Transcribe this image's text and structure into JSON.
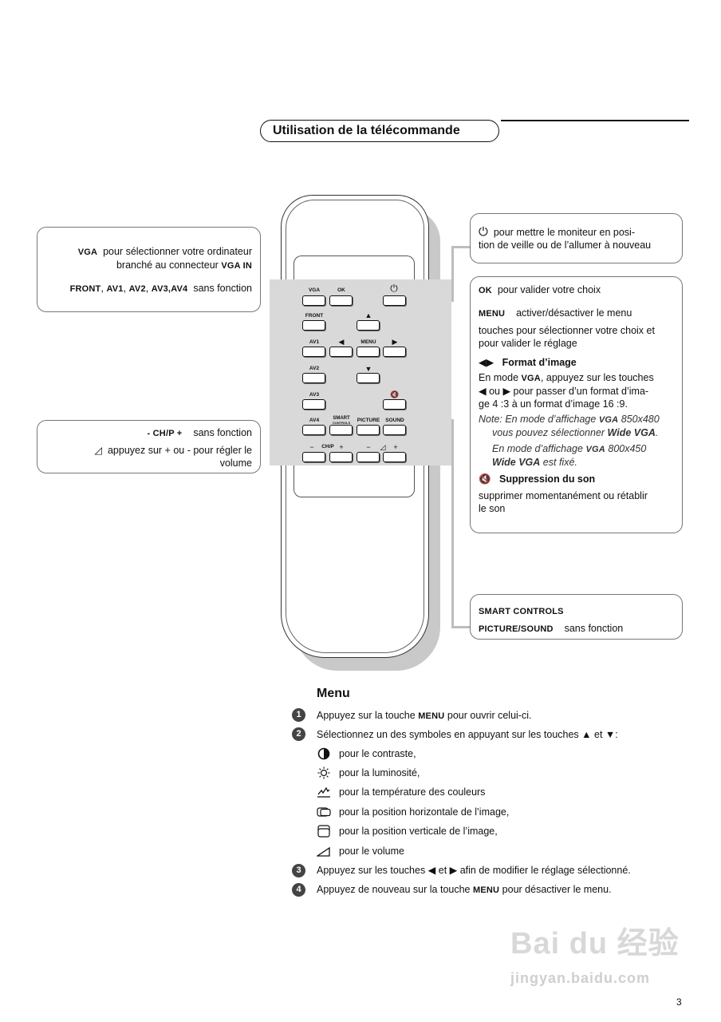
{
  "title": "Utilisation de la télécommande",
  "left_box_1": {
    "vga_key": "VGA",
    "vga_text": "pour sélectionner votre ordinateur",
    "vga_text2": "branché au connecteur",
    "vga_in": "VGA IN",
    "front_keys_1": "FRONT",
    "front_sep1": ",",
    "front_keys_2": "AV1",
    "front_sep2": ",",
    "front_keys_3": "AV2",
    "front_sep3": ",",
    "front_keys_4": "AV3,AV4",
    "front_text": "sans fonction"
  },
  "left_box_2": {
    "chp_key": "- CH/P +",
    "chp_text": "sans fonction",
    "vol_text": "appuyez sur + ou - pour régler le",
    "vol_text2": "volume"
  },
  "right_box_power": {
    "text1": "pour mettre le moniteur en posi-",
    "text2": "tion de veille ou de l’allumer à nouveau"
  },
  "right_box_main": {
    "ok_key": "OK",
    "ok_text": "pour valider votre choix",
    "menu_key": "MENU",
    "menu_text": "activer/désactiver le menu",
    "touches_text": "touches pour sélectionner votre choix et",
    "touches_text2": "pour valider le réglage",
    "format_title": "Format d’image",
    "format_l1a": "En mode",
    "format_vga": "VGA",
    "format_l1b": ", appuyez sur les touches",
    "format_l2": "◀ ou ▶ pour passer d’un format d’ima-",
    "format_l3": "ge  4 :3 à un format d’image 16 :9.",
    "note_l1a": "Note: En mode d’affichage",
    "note_vga": "VGA",
    "note_l1b": "850x480",
    "note_l2a": "vous pouvez sélectionner",
    "note_wide": "Wide VGA",
    "note_l2b": ".",
    "note_l3a": "En mode d’affichage",
    "note_vga2": "VGA",
    "note_l3b": "800x450",
    "note_wide2": "Wide VGA",
    "note_l4b": "est fixé.",
    "mute_title": "Suppression du son",
    "mute_l1": "supprimer momentanément ou rétablir",
    "mute_l2": "le son"
  },
  "right_box_smart": {
    "smart": "SMART CONTROLS",
    "picsound": "PICTURE/SOUND",
    "text": "sans fonction"
  },
  "remote": {
    "labels": {
      "vga": "VGA",
      "ok": "OK",
      "front": "FRONT",
      "av1": "AV1",
      "menu": "MENU",
      "av2": "AV2",
      "av3": "AV3",
      "av4": "AV4",
      "smart": "SMART",
      "controls": "CONTROLS",
      "picture": "PICTURE",
      "sound": "SOUND",
      "chp": "CH/P"
    }
  },
  "menu_section": {
    "title": "Menu",
    "step1_a": "Appuyez sur la touche",
    "step1_key": "MENU",
    "step1_b": "pour ouvrir celui-ci.",
    "step2": "Sélectionnez un des symboles en appuyant sur les touches ▲ et ▼:",
    "items": [
      {
        "icon": "contrast-icon",
        "text": "pour le contraste,"
      },
      {
        "icon": "brightness-icon",
        "text": "pour la luminosité,"
      },
      {
        "icon": "color-temperature-icon",
        "text": "pour la température des couleurs"
      },
      {
        "icon": "horizontal-position-icon",
        "text": "pour la position horizontale de l’image,"
      },
      {
        "icon": "vertical-position-icon",
        "text": "pour la position verticale de l’image,"
      },
      {
        "icon": "volume-icon",
        "text": "pour le volume"
      }
    ],
    "step3": "Appuyez sur les touches ◀ et ▶ afin de modifier le réglage sélectionné.",
    "step4_a": "Appuyez de nouveau sur la touche",
    "step4_key": "MENU",
    "step4_b": "pour désactiver le menu.",
    "numbers": [
      "1",
      "2",
      "3",
      "4"
    ]
  },
  "page_number": "3",
  "watermark": {
    "brand": "Bai du 经验",
    "url": "jingyan.baidu.com"
  }
}
